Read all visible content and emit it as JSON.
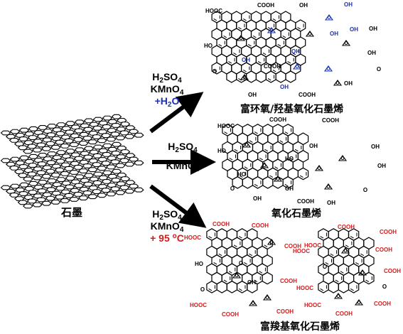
{
  "graphite_label": "石墨",
  "conditions": [
    {
      "line1_main": "H",
      "line1_sub": "2",
      "line1_rest": "SO",
      "line1_sub2": "4",
      "line2_main": "KMnO",
      "line2_sub": "4",
      "line3_main": "+H",
      "line3_sub": "2",
      "line3_rest": "O",
      "line3_color": "#1a2fb8"
    },
    {
      "line1_main": "H",
      "line1_sub": "2",
      "line1_rest": "SO",
      "line1_sub2": "4",
      "line2_main": "KMnO",
      "line2_sub": "4"
    },
    {
      "line1_main": "H",
      "line1_sub": "2",
      "line1_rest": "SO",
      "line1_sub2": "4",
      "line2_main": "KMnO",
      "line2_sub": "4",
      "line3_main": "+ 95 ",
      "line3_sup": "o",
      "line3_rest": "C",
      "line3_color": "#d41a1a"
    }
  ],
  "products": [
    {
      "label": "富环氧/羟基氧化石墨烯"
    },
    {
      "label": "氧化石墨烯"
    },
    {
      "label": "富羧基氧化石墨烯"
    }
  ],
  "group_labels": {
    "cooh": "COOH",
    "hooc": "HOOC",
    "oh": "OH",
    "ho": "HO",
    "o": "O"
  },
  "colors": {
    "blue_groups": "#1a2fb8",
    "red_groups": "#d41a1a",
    "black": "#000000"
  }
}
